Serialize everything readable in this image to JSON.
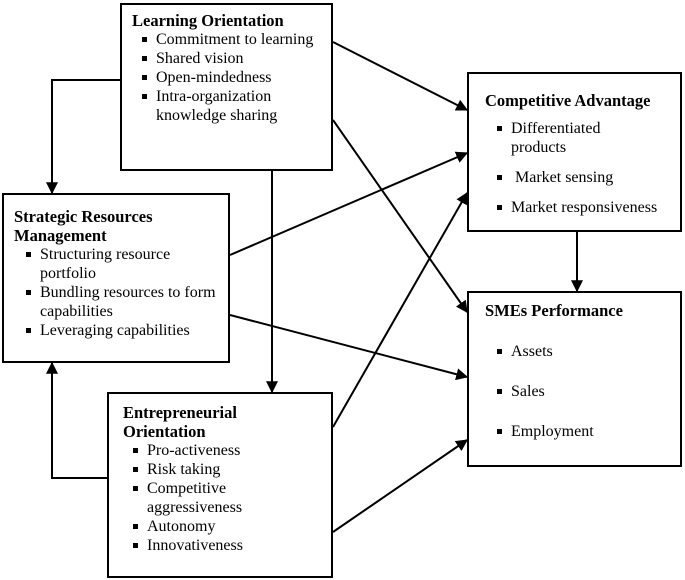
{
  "learning_orientation": {
    "title": "Learning Orientation",
    "items": [
      "Commitment to learning",
      "Shared vision",
      "Open-mindedness",
      "Intra-organization knowledge sharing"
    ]
  },
  "strategic_resources": {
    "title": "Strategic Resources Management",
    "items": [
      "Structuring resource portfolio",
      "Bundling resources to form capabilities",
      "Leveraging capabilities"
    ]
  },
  "entrepreneurial_orientation": {
    "title": "Entrepreneurial Orientation",
    "items": [
      "Pro-activeness",
      "Risk taking",
      "Competitive aggressiveness",
      "Autonomy",
      "Innovativeness"
    ]
  },
  "competitive_advantage": {
    "title": "Competitive Advantage",
    "items": [
      "Differentiated products",
      "Market sensing",
      "Market responsiveness"
    ]
  },
  "smes_performance": {
    "title": "SMEs Performance",
    "items": [
      "Assets",
      "Sales",
      "Employment"
    ]
  }
}
